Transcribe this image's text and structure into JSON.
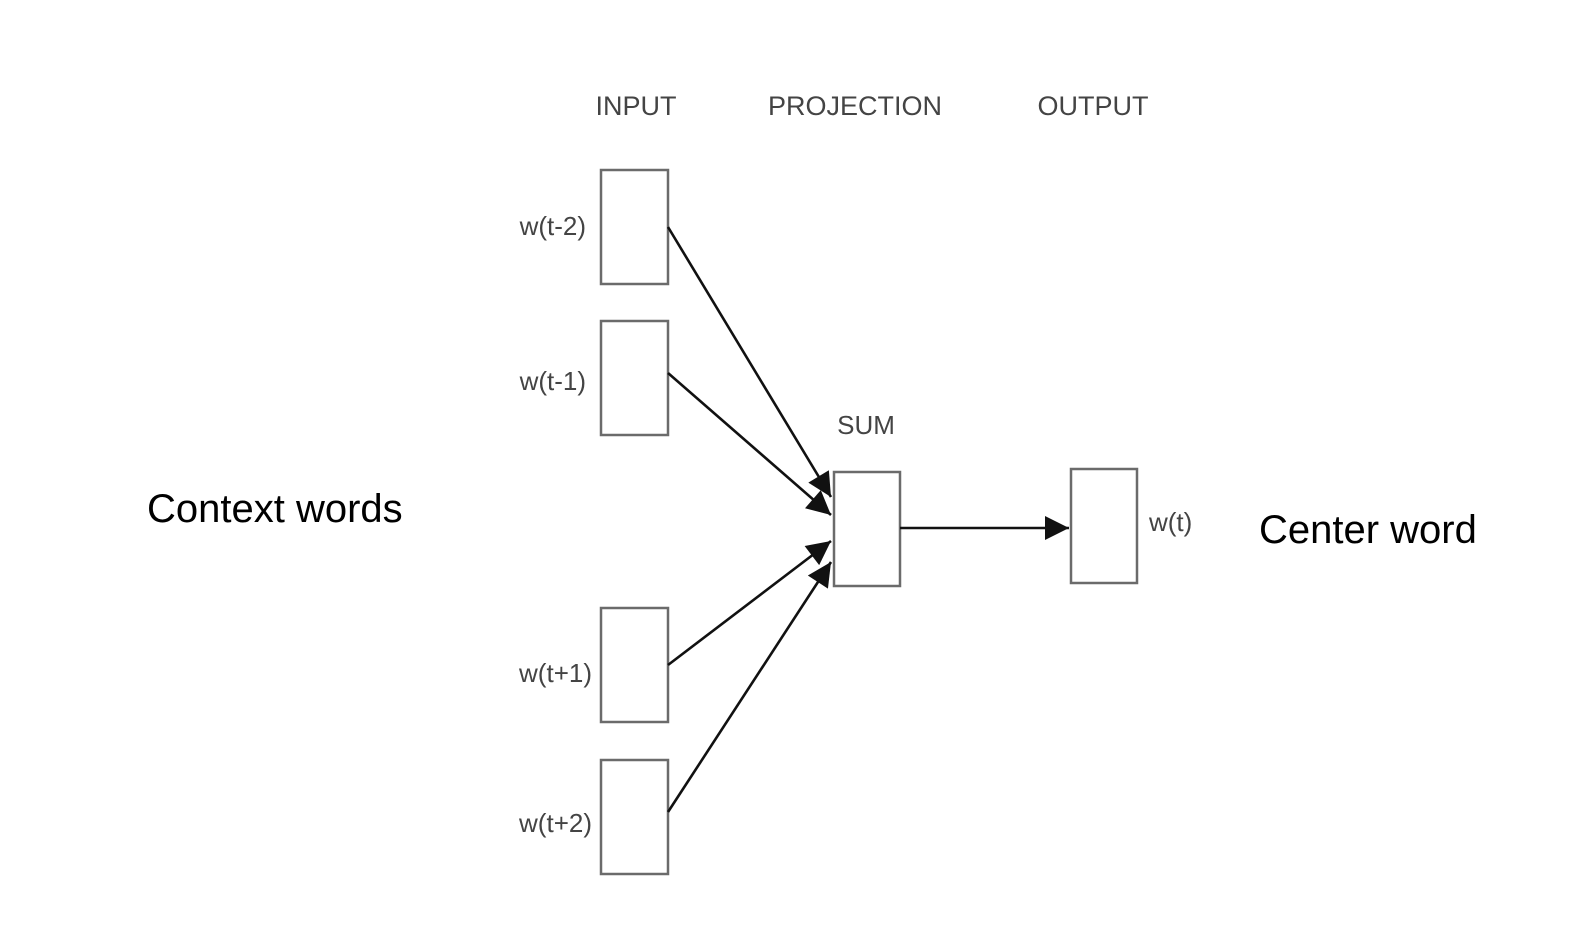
{
  "headers": {
    "input": "INPUT",
    "projection": "PROJECTION",
    "output": "OUTPUT"
  },
  "inputs": {
    "w_t_minus_2": "w(t-2)",
    "w_t_minus_1": "w(t-1)",
    "w_t_plus_1": "w(t+1)",
    "w_t_plus_2": "w(t+2)"
  },
  "projection": {
    "label": "SUM"
  },
  "output": {
    "label": "w(t)"
  },
  "annotations": {
    "left": "Context words",
    "right": "Center word"
  },
  "colors": {
    "box_stroke": "#6b6b6b",
    "arrow": "#111111",
    "header_text": "#444444",
    "annotation_text": "#000000"
  }
}
